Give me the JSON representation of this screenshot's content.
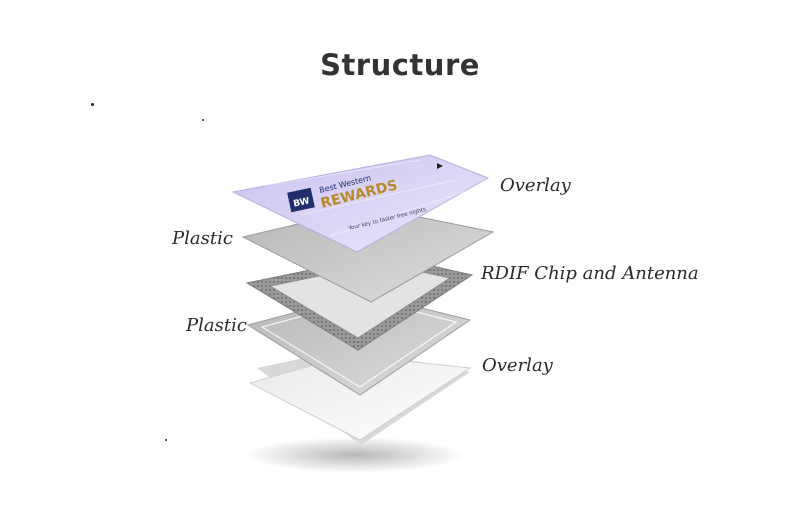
{
  "title": "Structure",
  "colors": {
    "overlay_top": "#d8d2f2",
    "plastic": "#c4c4c4",
    "antenna_layer": "#a9a9a9",
    "overlay_bottom": "#f4f4f4",
    "brand_navy": "#1f2f6b",
    "brand_gold": "#b88a2a"
  },
  "layers": [
    {
      "label": "Overlay"
    },
    {
      "label": "Plastic"
    },
    {
      "label": "RDIF Chip and Antenna"
    },
    {
      "label": "Plastic"
    },
    {
      "label": "Overlay"
    }
  ],
  "card_print": {
    "logo": "BW",
    "brand_line": "Best Western",
    "program": "REWARDS",
    "tagline": "Your key to faster free nights."
  }
}
